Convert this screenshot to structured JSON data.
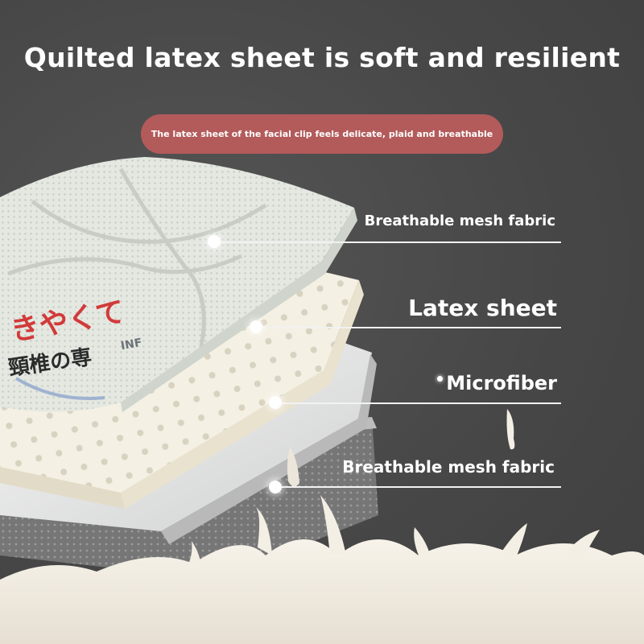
{
  "headline": "Quilted latex sheet is soft and resilient",
  "subtitle_pill": "The latex sheet of the facial clip feels delicate, plaid and breathable",
  "layers": [
    {
      "label": "Breathable mesh fabric"
    },
    {
      "label": "Latex sheet"
    },
    {
      "label": "Microfiber"
    },
    {
      "label": "Breathable mesh fabric"
    }
  ],
  "product_print": {
    "line1": "きやくて",
    "line2": "頸椎の専",
    "fragment": "INF"
  },
  "colors": {
    "background": "#474747",
    "pill": "#b35a5a",
    "text": "#ffffff",
    "latex": "#f3efe2",
    "mesh": "#dfe3dc"
  }
}
